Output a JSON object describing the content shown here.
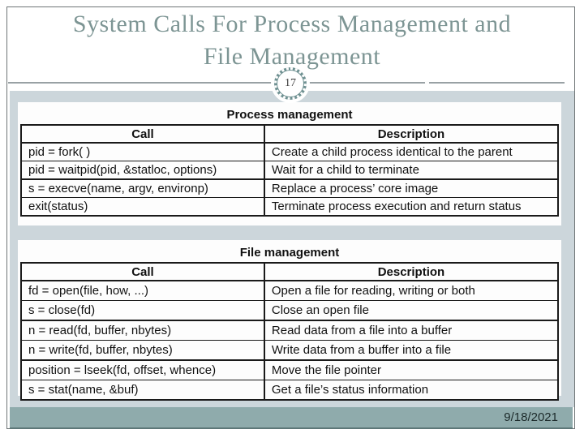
{
  "slide": {
    "title_line1": "System Calls For Process Management and",
    "title_line2": "File Management",
    "page_number": "17",
    "date": "9/18/2021"
  },
  "colors": {
    "title_text": "#7d9594",
    "content_background": "#ccd6db",
    "footer_background": "#8fabac",
    "circle_ring": "#6f9192",
    "table_border": "#1a1a1a"
  },
  "tables": [
    {
      "caption": "Process management",
      "headers": [
        "Call",
        "Description"
      ],
      "rows": [
        [
          "pid = fork( )",
          "Create a child process identical to the parent"
        ],
        [
          "pid = waitpid(pid, &statloc, options)",
          "Wait for a child to terminate"
        ],
        [
          "s = execve(name, argv, environp)",
          "Replace a process’ core image"
        ],
        [
          "exit(status)",
          "Terminate process execution and return status"
        ]
      ]
    },
    {
      "caption": "File management",
      "headers": [
        "Call",
        "Description"
      ],
      "rows": [
        [
          "fd = open(file, how, ...)",
          "Open a file for reading, writing or both"
        ],
        [
          "s = close(fd)",
          "Close an open file"
        ],
        [
          "n = read(fd, buffer, nbytes)",
          "Read data from a file into a buffer"
        ],
        [
          "n = write(fd, buffer, nbytes)",
          "Write data from a buffer into a file"
        ],
        [
          "position = lseek(fd, offset, whence)",
          "Move the file pointer"
        ],
        [
          "s = stat(name, &buf)",
          "Get a file’s status information"
        ]
      ]
    }
  ]
}
